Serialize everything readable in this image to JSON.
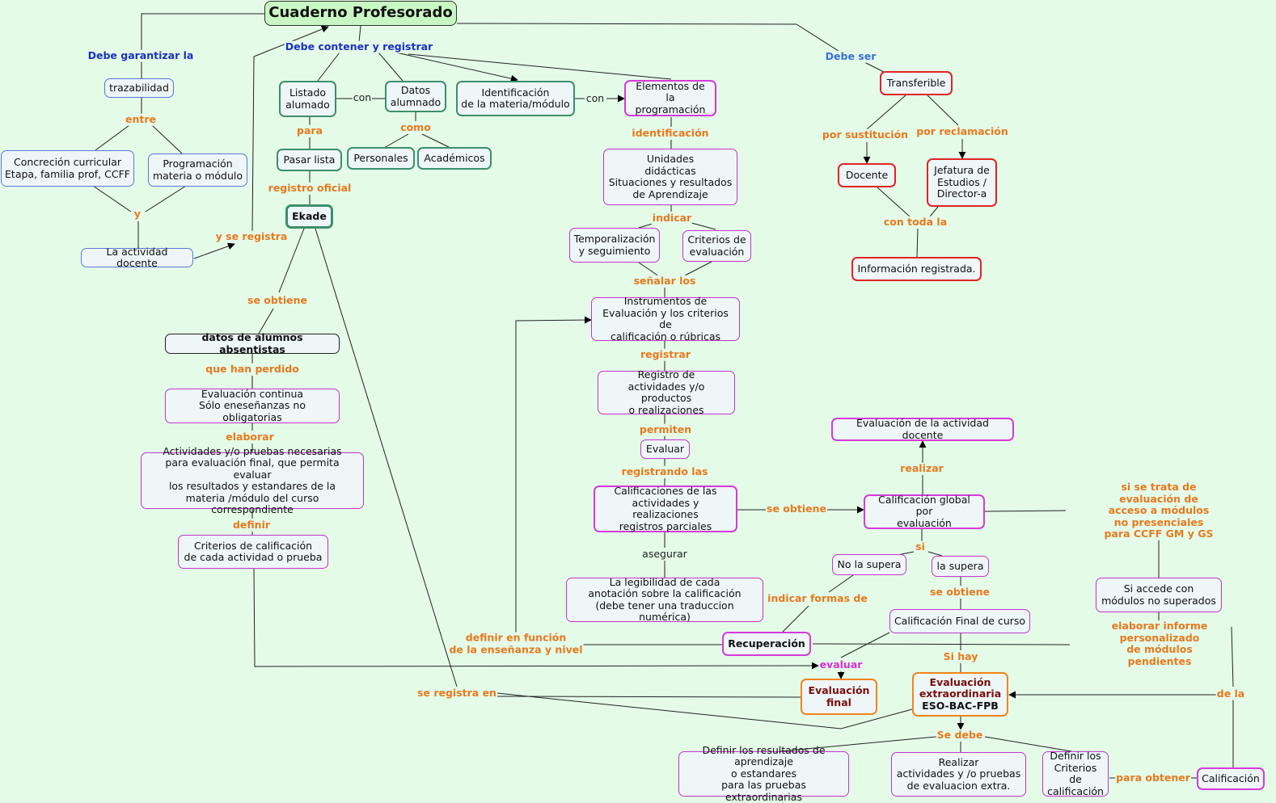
{
  "title": "Cuaderno Profesorado",
  "nodes": {
    "trazabilidad": "trazabilidad",
    "concrecion": "Concreción curricular\nEtapa, familia prof, CCFF",
    "programacion": "Programación\nmateria o módulo",
    "actividad_docente": "La actividad docente",
    "listado": "Listado\nalumado",
    "datos": "Datos\nalumnado",
    "identificacion": "Identificación\nde la materia/módulo",
    "elementos": "Elementos de\nla programación",
    "pasar_lista": "Pasar lista",
    "personales": "Personales",
    "academicos": "Académicos",
    "ekade": "Ekade",
    "unidades": "Unidades\ndidácticas\nSituaciones y resultados\nde  Aprendizaje",
    "temporalizacion": "Temporalización\ny seguimiento",
    "criterios_eval": "Criterios de\nevaluación",
    "instrumentos": "Instrumentos de\nEvaluación y los criterios de\ncalificación  o rúbricas",
    "registro": "Registro de\nactividades y/o productos\no realizaciones",
    "evaluar": "Evaluar",
    "calificaciones": "Calificaciones de las\nactividades y realizaciones\nregistros parciales",
    "legibilidad": "La legibilidad de cada\nanotación sobre la calificación\n(debe tener una traduccion numérica)",
    "absentistas": "datos de alumnos absentistas",
    "eval_continua": "Evaluación continua\nSólo eneseñanzas no obligatorias",
    "actividades_pruebas": "Actividades y/o pruebas necesarias\npara evaluación final, que permita evaluar\nlos resultados y estandares de la\nmateria /módulo del curso correspondiente",
    "criterios_calif": "Criterios de calificación\nde cada actividad o prueba",
    "recuperacion": "Recuperación",
    "eval_final": "Evaluación\nfinal",
    "eval_actividad_docente": "Evaluación de la actividad docente",
    "calif_global": "Calificación global por\nevaluación",
    "no_supera": "No la supera",
    "la_supera": "la supera",
    "calif_final": "Calificación Final de curso",
    "eval_extra": "Evaluación\nextraordinaria\nESO-BAC-FPB",
    "si_accede": "Si accede con\nmódulos no superados",
    "transferible": "Transferible",
    "docente": "Docente",
    "jefatura": "Jefatura de\nEstudios  /\nDirector-a",
    "info_registrada": "Información registrada.",
    "definir_resultados": "Definir los resultados de aprendizaje\no estandares\npara las pruebas extraordinarias",
    "realizar_actividades": "Realizar\nactividades y /o pruebas\nde evaluacion extra.",
    "definir_criterios": "Definir los\nCriterios de\ncalificación",
    "calificacion": "Calificación"
  },
  "links": {
    "debe_garantizar": "Debe garantizar la",
    "entre": "entre",
    "y": "y",
    "y_se_registra": "y se registra",
    "debe_contener": "Debe contener y registrar",
    "con1": "con",
    "con2": "con",
    "para": "para",
    "como": "como",
    "registro_oficial": "registro oficial",
    "identificacion": "identificación",
    "indicar": "indicar",
    "senalar_los": "señalar los",
    "registrar": "registrar",
    "permiten": "permiten",
    "registrando_las": "registrando las",
    "asegurar": "asegurar",
    "se_obtiene_cal": "se obtiene",
    "se_obtiene_ek": "se obtiene",
    "que_han_perdido": "que han perdido",
    "elaborar": "elaborar",
    "definir": "definir",
    "realizar": "realizar",
    "si": "si",
    "si_se_trata": "si se trata de evaluación de\nacceso  a módulos no presenciales\npara CCFF GM y GS",
    "indicar_formas": "indicar formas de",
    "se_obtiene_final": "se obtiene",
    "definir_en_funcion": "definir en función\nde la enseñanza y nivel",
    "elaborar_informe": "elaborar informe personalizado\nde módulos pendientes",
    "evaluar": "evaluar",
    "si_hay": "Si hay",
    "se_registra_en": "se registra en",
    "de_la": "de la",
    "se_debe": "Se debe",
    "para_obtener": "para obtener",
    "debe_ser": "Debe ser",
    "por_sustitucion": "por sustitución",
    "por_reclamacion": "por reclamación",
    "con_toda_la": "con toda la"
  },
  "colors": {
    "background": "#e4fbe8",
    "orange_label": "#e8791e",
    "blue_label": "#1a31c2",
    "green_border": "#3d8f6c",
    "magenta_border": "#d43bd9",
    "red_border": "#e02424"
  }
}
